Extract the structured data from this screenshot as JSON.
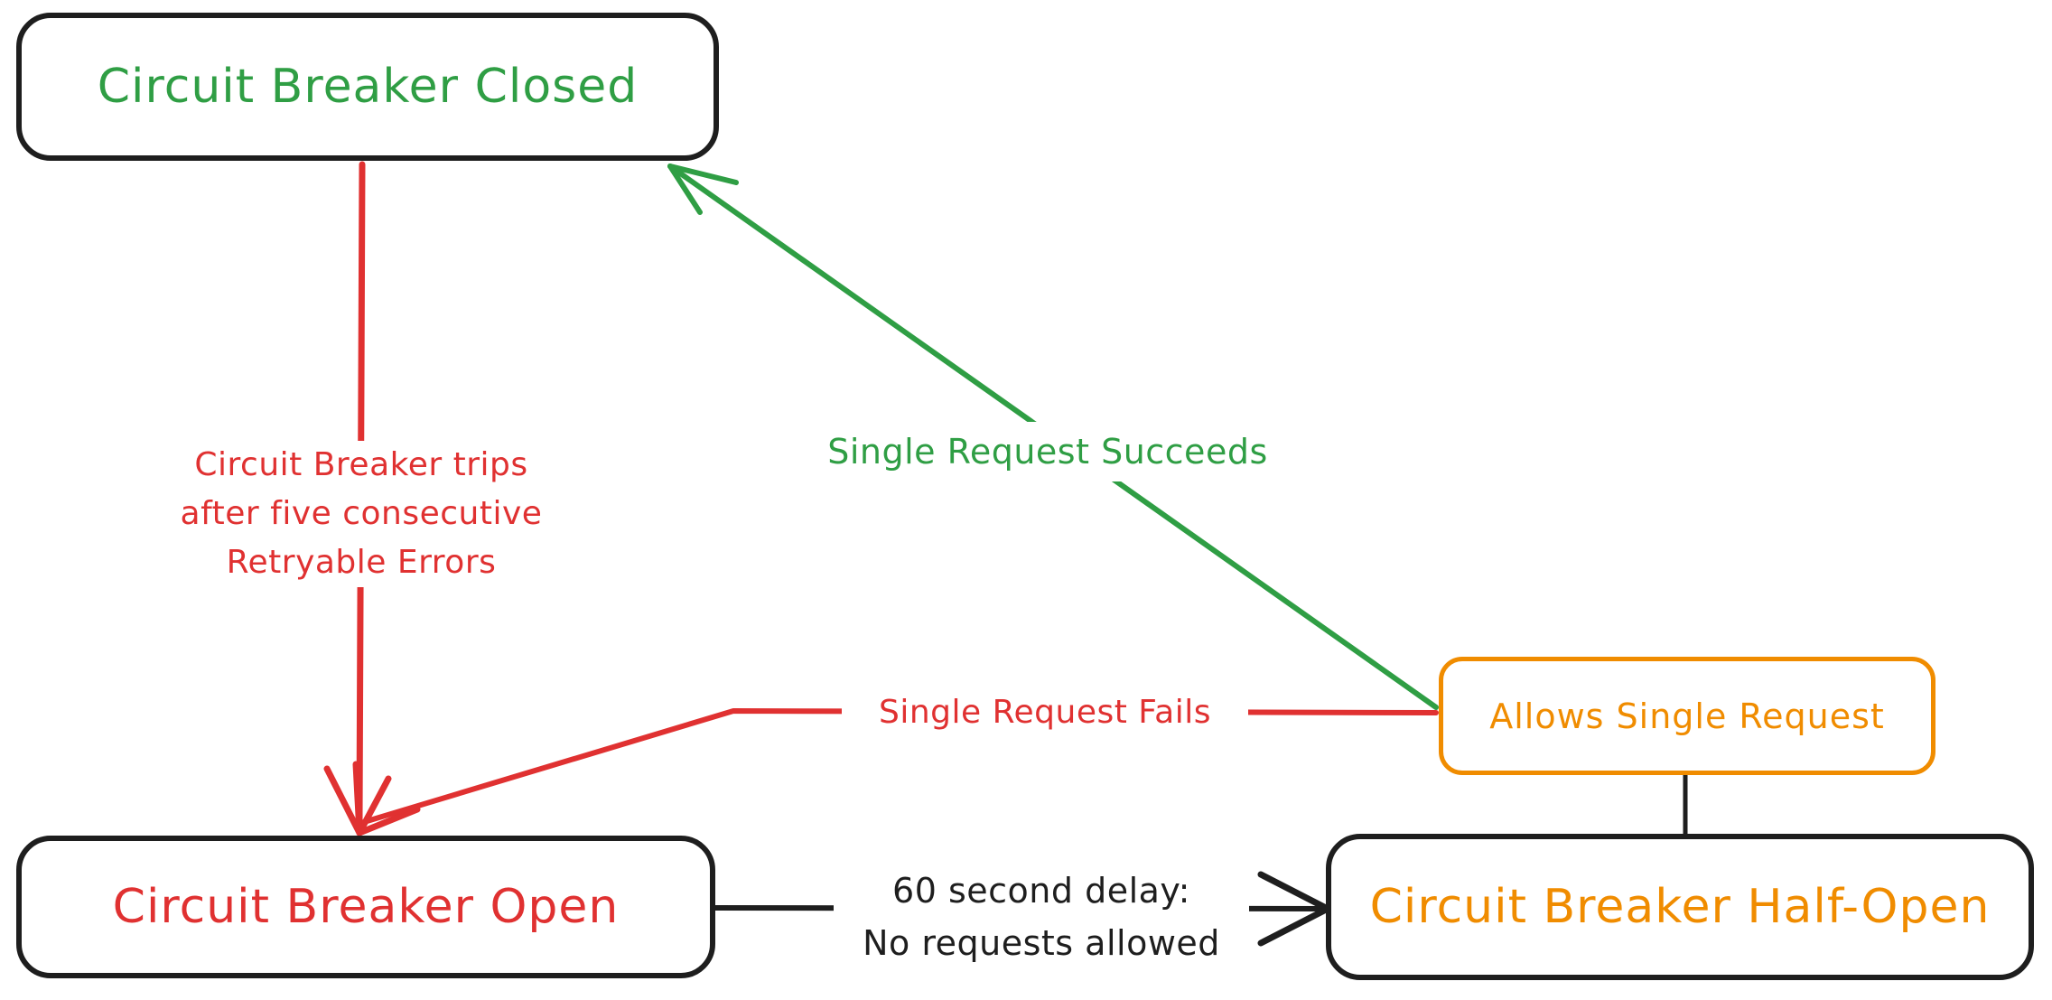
{
  "nodes": {
    "closed": {
      "label": "Circuit Breaker Closed"
    },
    "open": {
      "label": "Circuit Breaker Open"
    },
    "half_open": {
      "label": "Circuit Breaker Half-Open"
    },
    "allows": {
      "label": "Allows Single Request"
    }
  },
  "edges": {
    "trips": {
      "label": "Circuit Breaker trips\nafter five consecutive\nRetryable Errors"
    },
    "succeeds": {
      "label": "Single Request Succeeds"
    },
    "fails": {
      "label": "Single Request Fails"
    },
    "delay": {
      "label": "60 second delay:\nNo requests allowed"
    }
  },
  "colors": {
    "green": "#2f9e44",
    "red": "#e03131",
    "orange": "#f08c00",
    "ink": "#1e1e1e",
    "background": "#ffffff"
  }
}
